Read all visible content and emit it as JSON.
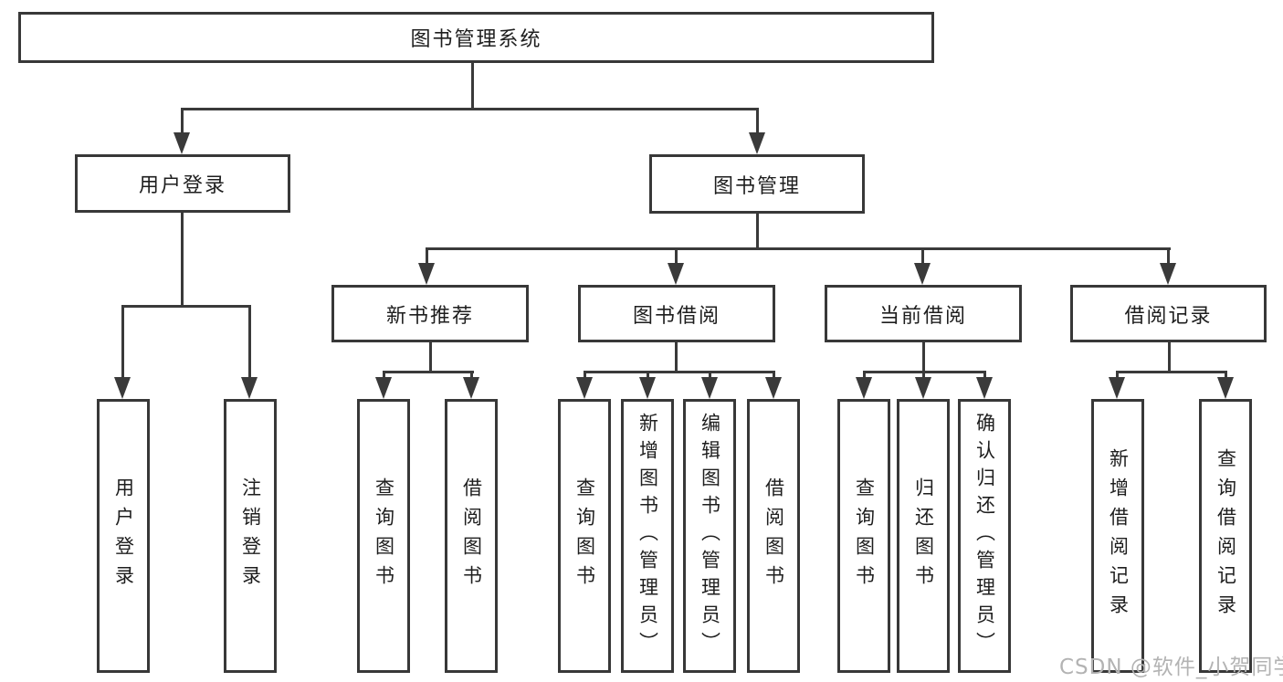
{
  "diagram": {
    "title": "图书管理系统",
    "branches": [
      {
        "label": "用户登录",
        "leaves": [
          "用户登录",
          "注销登录"
        ]
      },
      {
        "label": "图书管理",
        "sections": [
          {
            "label": "新书推荐",
            "leaves": [
              "查询图书",
              "借阅图书"
            ]
          },
          {
            "label": "图书借阅",
            "leaves": [
              "查询图书",
              "新增图书（管理员）",
              "编辑图书（管理员）",
              "借阅图书"
            ]
          },
          {
            "label": "当前借阅",
            "leaves": [
              "查询图书",
              "归还图书",
              "确认归还（管理员）"
            ]
          },
          {
            "label": "借阅记录",
            "leaves": [
              "新增借阅记录",
              "查询借阅记录"
            ]
          }
        ]
      }
    ]
  },
  "watermark": "CSDN @软件_小贺同学",
  "colors": {
    "line": "#3a3a3a",
    "border": "#383838",
    "text": "#1e1e1e",
    "watermark": "#b3b3b3",
    "background": "#ffffff"
  }
}
